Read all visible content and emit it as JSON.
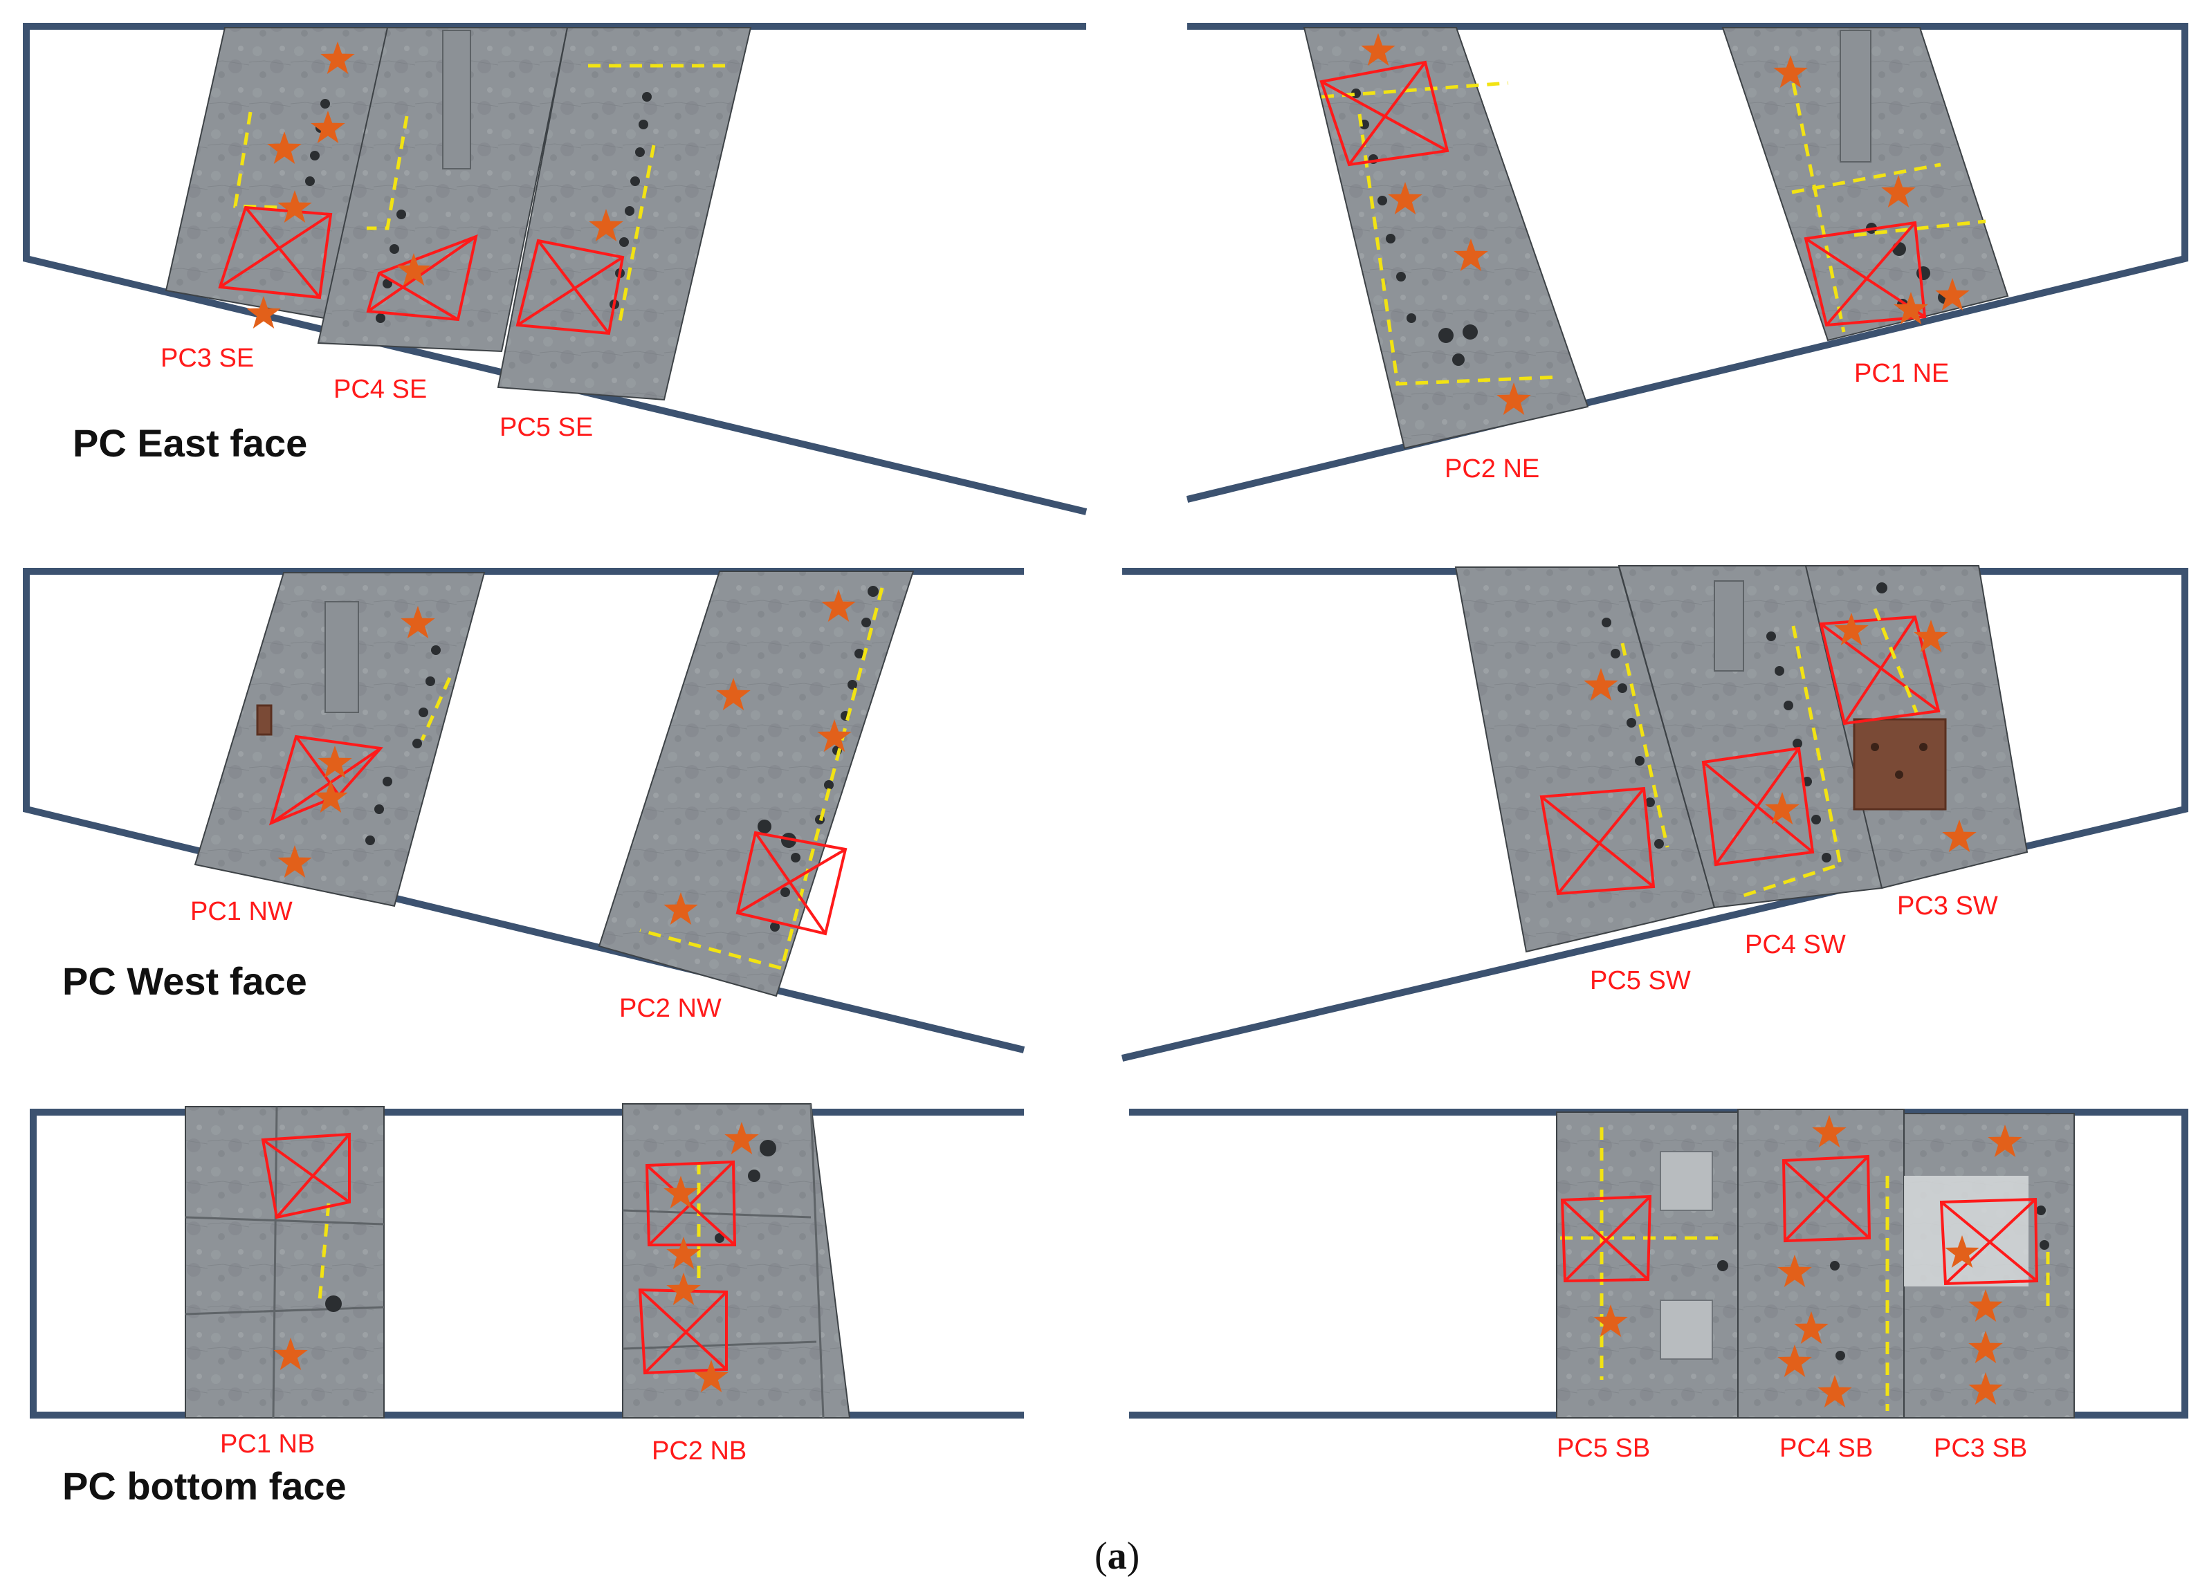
{
  "colors": {
    "frame": "#3c5270",
    "panel": "#8e9398",
    "panel_dark": "#6f7479",
    "markbox": "#ff1a1a",
    "dash": "#f2e313",
    "star": "#e2601a",
    "label": "#ff1a1a"
  },
  "icons": {
    "location_marker": "star-icon",
    "test_region": "crossed-box"
  },
  "faces": {
    "east": "PC East face",
    "west": "PC West face",
    "bottom": "PC bottom face"
  },
  "labels": {
    "pc3_se": "PC3 SE",
    "pc4_se": "PC4 SE",
    "pc5_se": "PC5 SE",
    "pc2_ne": "PC2 NE",
    "pc1_ne": "PC1 NE",
    "pc1_nw": "PC1 NW",
    "pc2_nw": "PC2 NW",
    "pc5_sw": "PC5 SW",
    "pc4_sw": "PC4 SW",
    "pc3_sw": "PC3 SW",
    "pc1_nb": "PC1 NB",
    "pc2_nb": "PC2 NB",
    "pc5_sb": "PC5 SB",
    "pc4_sb": "PC4 SB",
    "pc3_sb": "PC3 SB"
  },
  "caption": {
    "open": "(",
    "letter": "a",
    "close": ")"
  }
}
